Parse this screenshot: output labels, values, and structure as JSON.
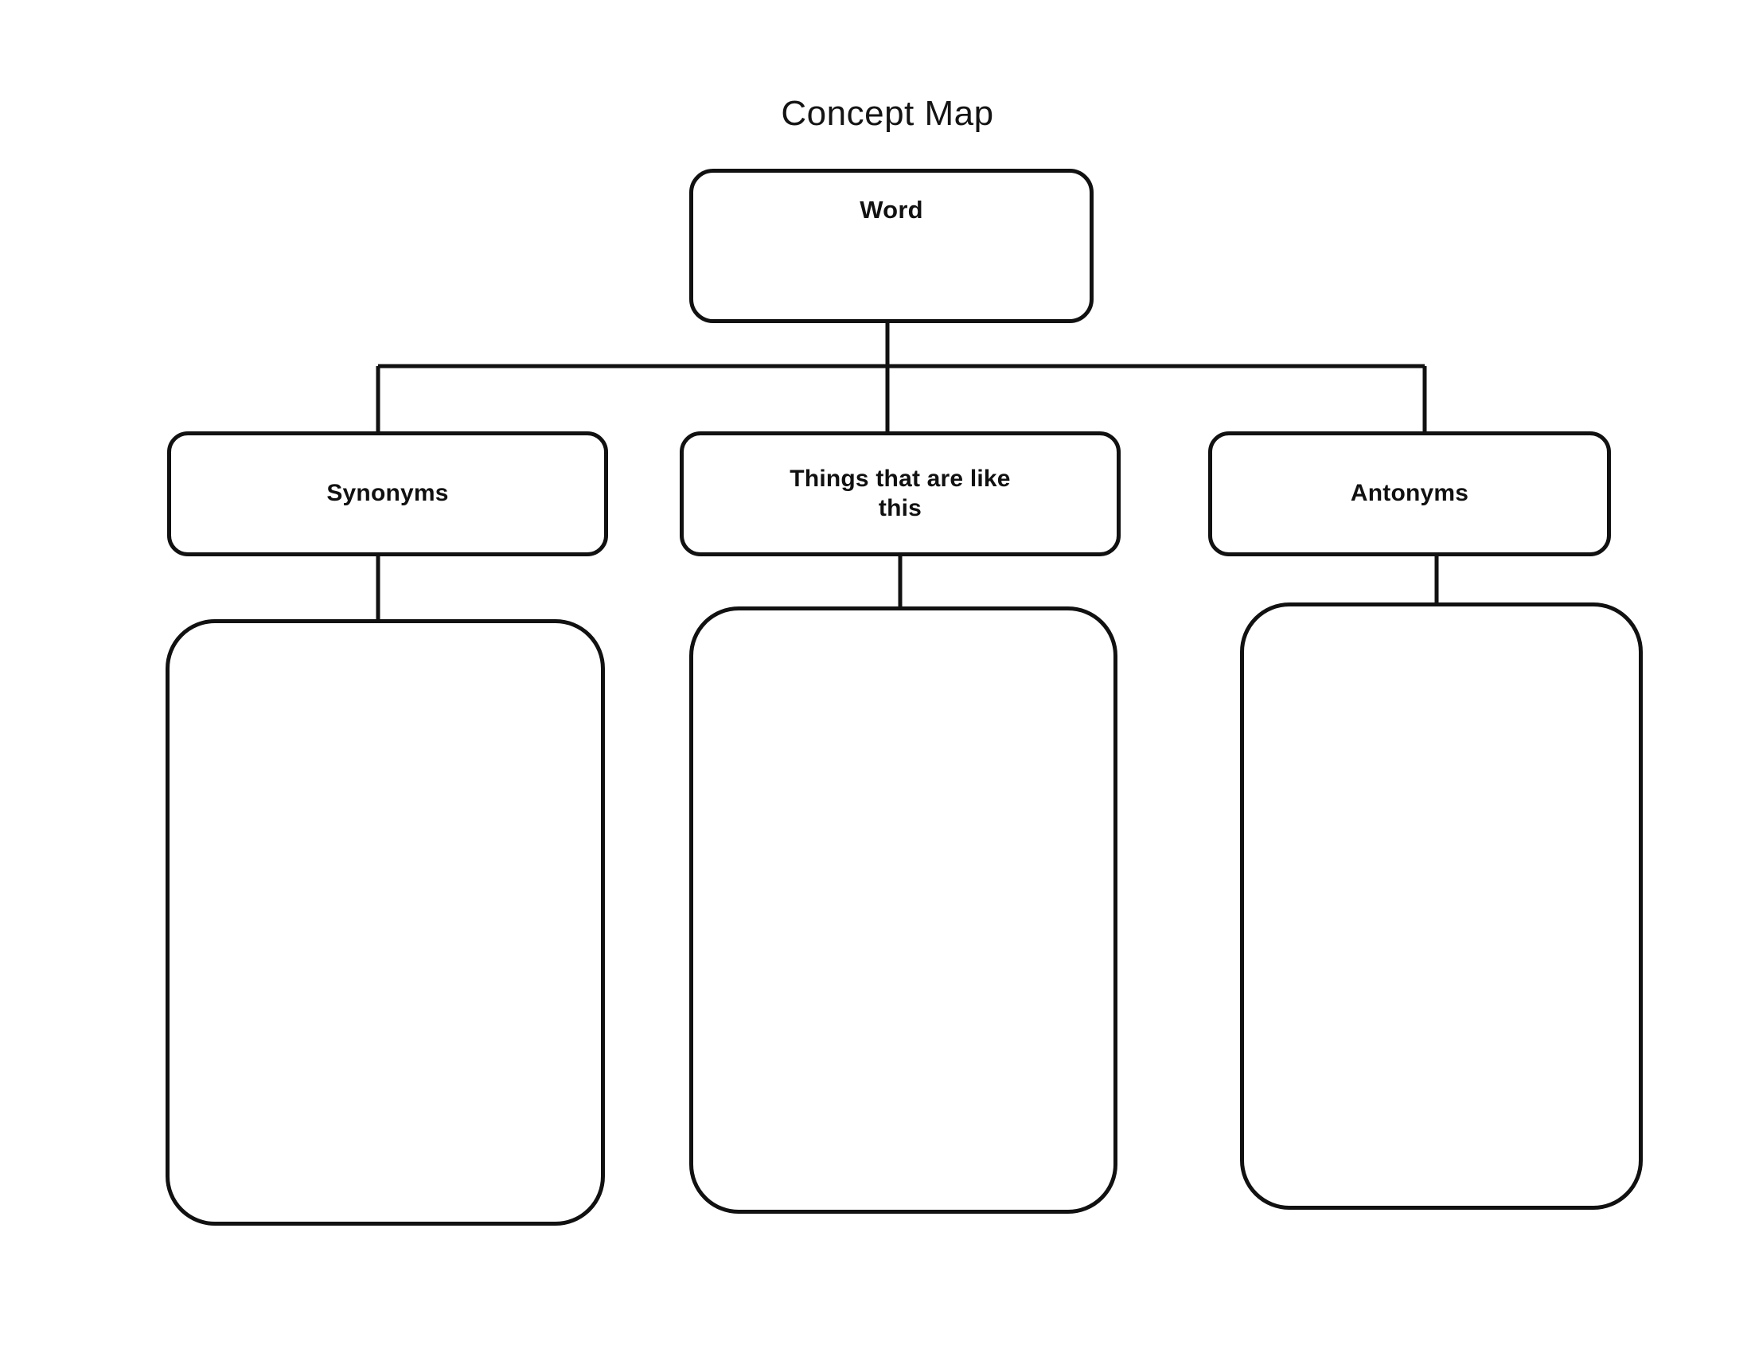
{
  "title": "Concept Map",
  "diagram": {
    "type": "concept-map",
    "orientation": "top-down-tree",
    "line_color": "#111111",
    "background_color": "#ffffff",
    "root": {
      "label": "Word",
      "fillable": true,
      "content": ""
    },
    "branches": [
      {
        "id": "synonyms",
        "label": "Synonyms",
        "answer_area": {
          "label": "",
          "fillable": true,
          "content": ""
        }
      },
      {
        "id": "things-that-are-like-this",
        "label": "Things that are like\nthis",
        "answer_area": {
          "label": "",
          "fillable": true,
          "content": ""
        }
      },
      {
        "id": "antonyms",
        "label": "Antonyms",
        "answer_area": {
          "label": "",
          "fillable": true,
          "content": ""
        }
      }
    ]
  }
}
